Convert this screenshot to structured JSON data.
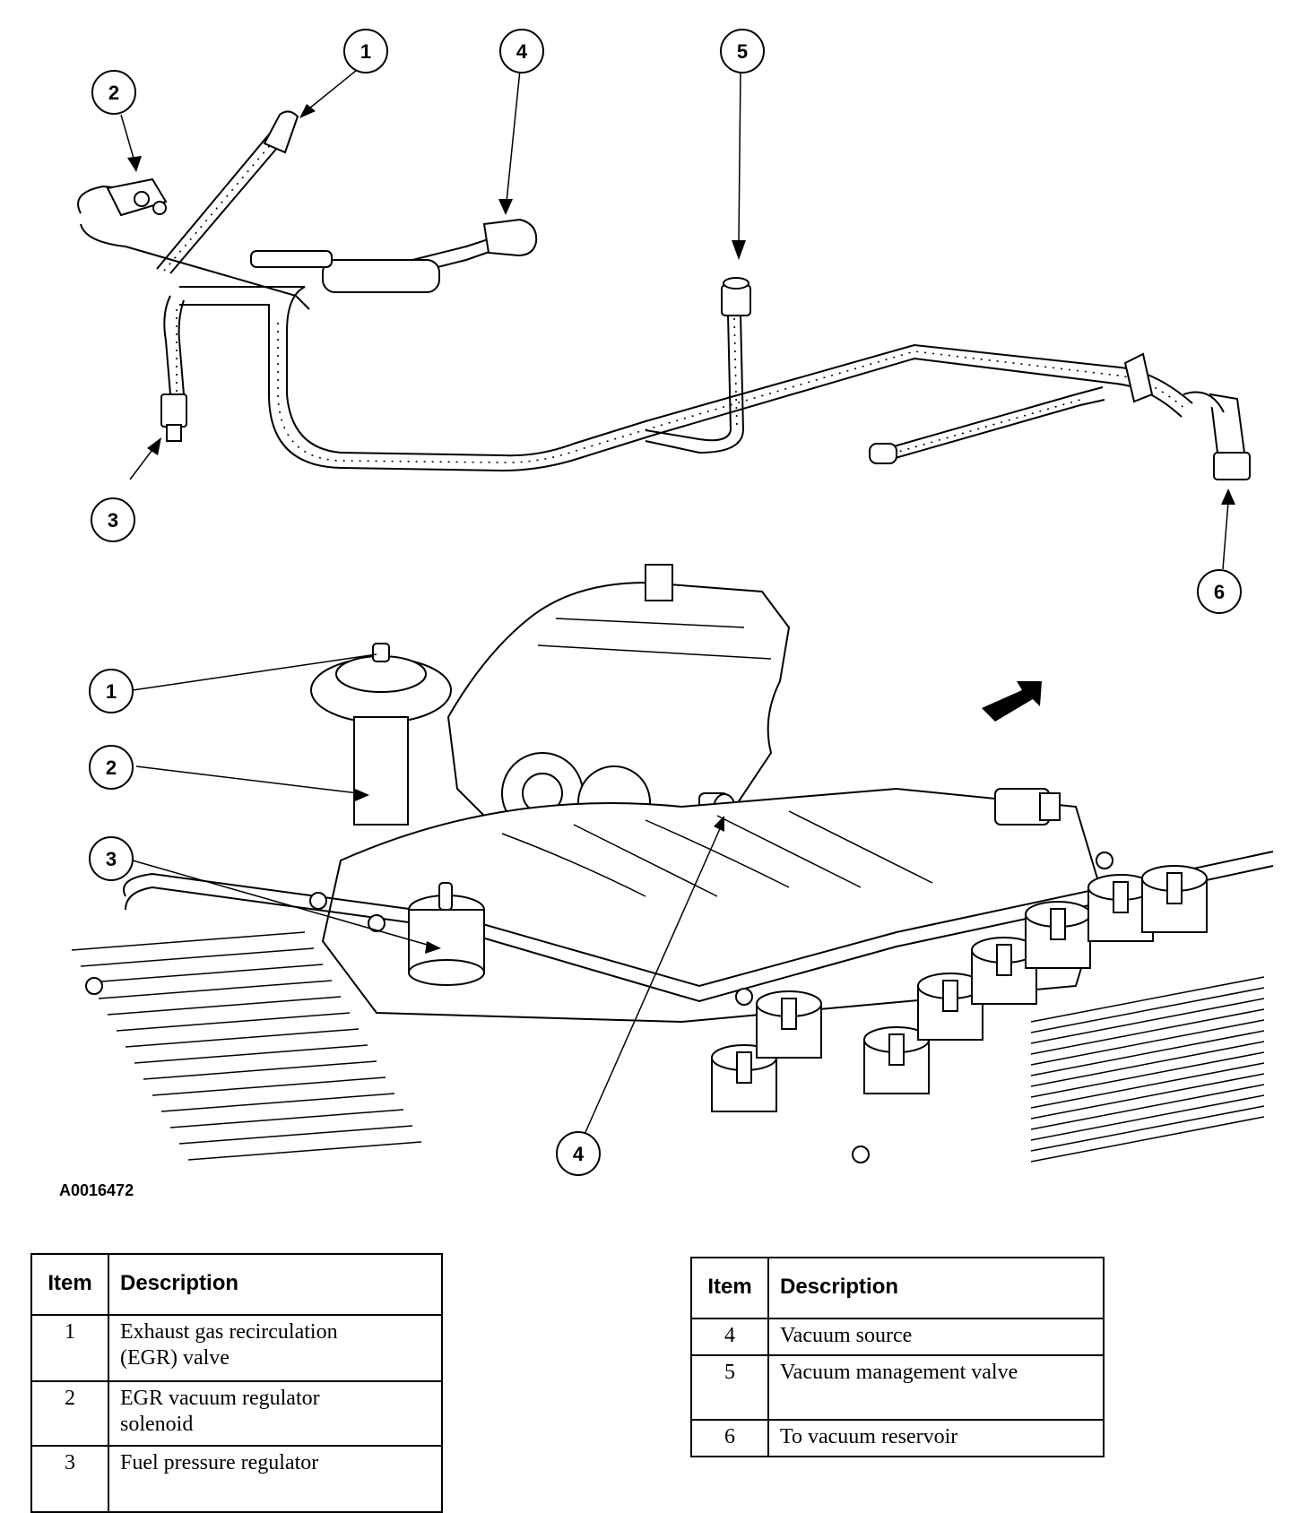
{
  "figure_id": "A0016472",
  "top_callouts": [
    "1",
    "2",
    "3",
    "4",
    "5",
    "6"
  ],
  "bottom_callouts": [
    "1",
    "2",
    "3",
    "4"
  ],
  "legend_left": {
    "header": {
      "item": "Item",
      "description": "Description"
    },
    "rows": [
      {
        "item": "1",
        "description": [
          "Exhaust gas recirculation",
          "(EGR) valve"
        ]
      },
      {
        "item": "2",
        "description": [
          "EGR vacuum regulator",
          "solenoid"
        ]
      },
      {
        "item": "3",
        "description": [
          "Fuel pressure regulator"
        ]
      }
    ]
  },
  "legend_right": {
    "header": {
      "item": "Item",
      "description": "Description"
    },
    "rows": [
      {
        "item": "4",
        "description": [
          "Vacuum source"
        ]
      },
      {
        "item": "5",
        "description": [
          "Vacuum management valve"
        ]
      },
      {
        "item": "6",
        "description": [
          "To vacuum reservoir"
        ]
      }
    ]
  },
  "colors": {
    "ink": "#000000",
    "paper": "#ffffff"
  }
}
